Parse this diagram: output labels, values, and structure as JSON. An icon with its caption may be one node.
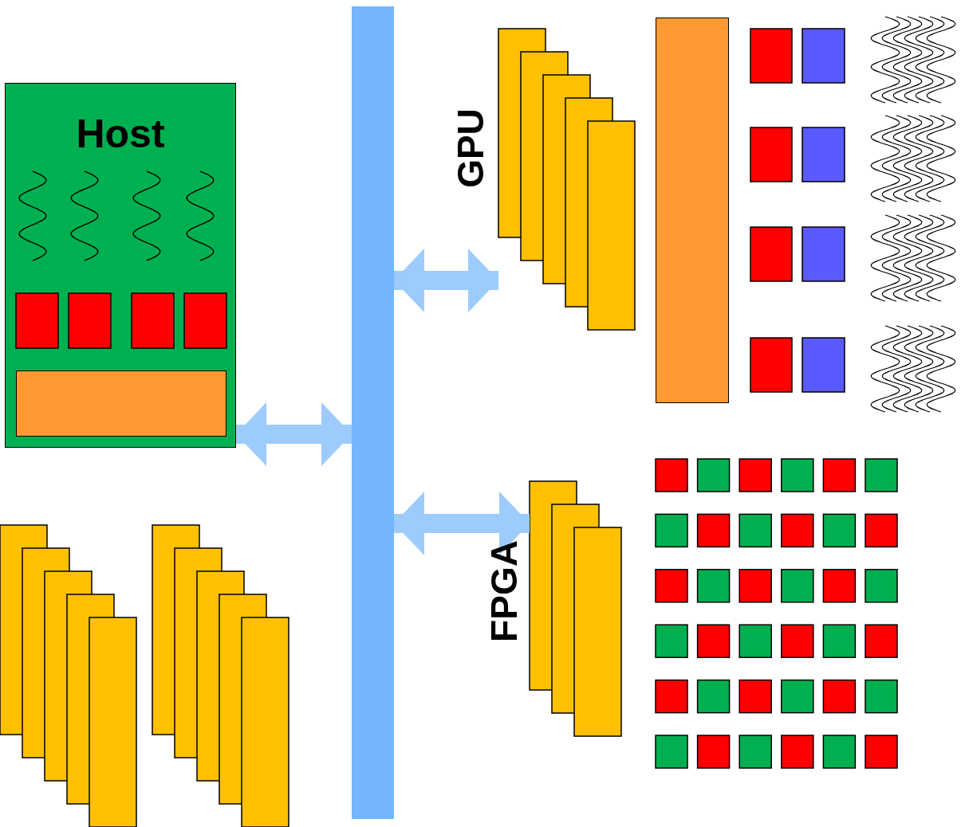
{
  "diagram": {
    "nodes": [
      {
        "text": [
          "Host"
        ]
      },
      {
        "text": [],
        "shape": "bar"
      },
      {
        "text": [
          "GPU"
        ]
      },
      {
        "text": [
          "FPGA"
        ]
      },
      {
        "text": [],
        "shape": "bar",
        "in": 0
      },
      {
        "text": [],
        "shape": "bar"
      }
    ],
    "edges": [
      {
        "from": 0,
        "to": 1,
        "arrow": "both"
      },
      {
        "from": 1,
        "to": 2,
        "arrow": "both"
      },
      {
        "from": 1,
        "to": 3,
        "arrow": "both"
      }
    ]
  }
}
